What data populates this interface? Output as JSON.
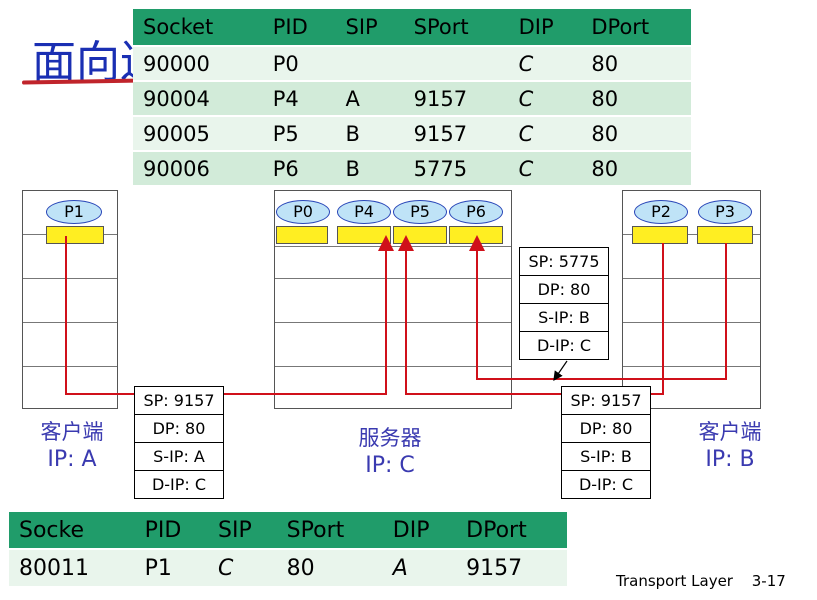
{
  "title": "面向连接的解复用（续）",
  "top_table": {
    "headers": [
      "Socket",
      "PID",
      "SIP",
      "SPort",
      "DIP",
      "DPort"
    ],
    "rows": [
      [
        "90000",
        "P0",
        "",
        "",
        "C",
        "80"
      ],
      [
        "90004",
        "P4",
        "A",
        "9157",
        "C",
        "80"
      ],
      [
        "90005",
        "P5",
        "B",
        "9157",
        "C",
        "80"
      ],
      [
        "90006",
        "P6",
        "B",
        "5775",
        "C",
        "80"
      ]
    ]
  },
  "bottom_table": {
    "headers": [
      "Socke",
      "PID",
      "SIP",
      "SPort",
      "DIP",
      "DPort"
    ],
    "rows": [
      [
        "80011",
        "P1",
        "C",
        "80",
        "A",
        "9157"
      ]
    ]
  },
  "hosts": {
    "client_a": {
      "name": "客户端",
      "ip": "IP: A",
      "processes": [
        "P1"
      ]
    },
    "server_c": {
      "name": "服务器",
      "ip": "IP: C",
      "processes": [
        "P0",
        "P4",
        "P5",
        "P6"
      ]
    },
    "client_b": {
      "name": "客户端",
      "ip": "IP: B",
      "processes": [
        "P2",
        "P3"
      ]
    }
  },
  "packets": {
    "a_to_c": [
      "SP: 9157",
      "DP: 80",
      "S-IP: A",
      "D-IP: C"
    ],
    "b_to_c_1": [
      "SP: 9157",
      "DP: 80",
      "S-IP: B",
      "D-IP: C"
    ],
    "b_to_c_2": [
      "SP: 5775",
      "DP: 80",
      "S-IP: B",
      "D-IP: C"
    ]
  },
  "footer": {
    "label": "Transport Layer",
    "page": "3-17"
  },
  "colors": {
    "title": "#1a2fb3",
    "wire": "#d0101a",
    "table_header": "#209c6a",
    "socket": "#ffee22",
    "process": "#bfe3f7"
  }
}
